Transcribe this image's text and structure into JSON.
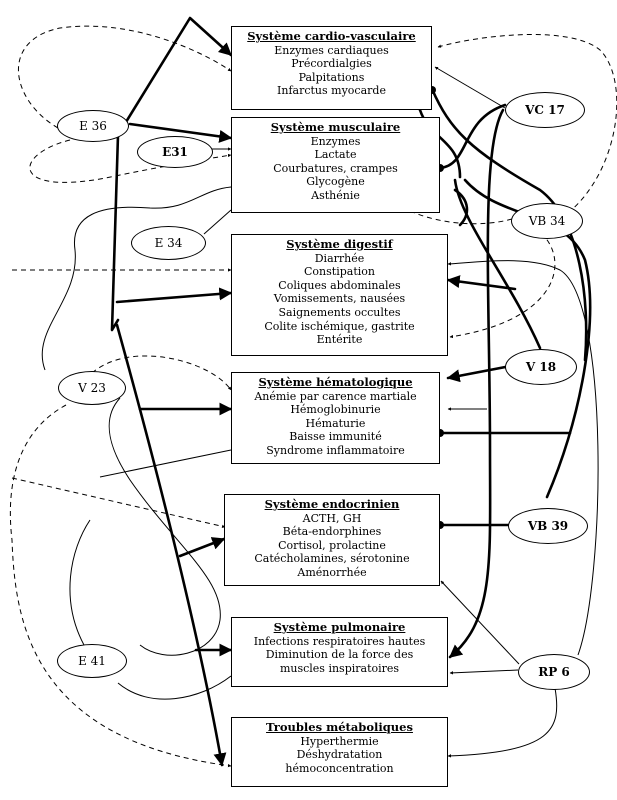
{
  "systems": [
    {
      "id": "cardio",
      "title": "Système cardio-vasculaire",
      "items": [
        "Enzymes cardiaques",
        "Précordialgies",
        "Palpitations",
        "Infarctus myocarde"
      ]
    },
    {
      "id": "musculaire",
      "title": "Système musculaire",
      "items": [
        "Enzymes",
        "Lactate",
        "Courbatures, crampes",
        "Glycogène",
        "Asthénie"
      ]
    },
    {
      "id": "digestif",
      "title": "Système digestif",
      "items": [
        "Diarrhée",
        "Constipation",
        "Coliques abdominales",
        "Vomissements, nausées",
        "Saignements occultes",
        "Colite ischémique, gastrite",
        "Entérite"
      ]
    },
    {
      "id": "hemato",
      "title": "Système hématologique",
      "items": [
        "Anémie par carence martiale",
        "Hémoglobinurie",
        "Hématurie",
        "Baisse immunité",
        "Syndrome inflammatoire"
      ]
    },
    {
      "id": "endocrinien",
      "title": "Système endocrinien",
      "items": [
        "ACTH, GH",
        "Béta-endorphines",
        "Cortisol, prolactine",
        "Catécholamines, sérotonine",
        "Aménorrhée"
      ]
    },
    {
      "id": "pulmonaire",
      "title": "Système pulmonaire",
      "items": [
        "Infections respiratoires hautes",
        "Diminution de la force des",
        "muscles inspiratoires"
      ]
    },
    {
      "id": "metabolique",
      "title": "Troubles métaboliques",
      "items": [
        "Hyperthermie",
        "Déshydratation",
        "hémoconcentration"
      ]
    }
  ],
  "points": [
    {
      "id": "E36",
      "label": "E 36"
    },
    {
      "id": "E31",
      "label": "E31"
    },
    {
      "id": "E34",
      "label": "E 34"
    },
    {
      "id": "V23",
      "label": "V 23"
    },
    {
      "id": "E41",
      "label": "E 41"
    },
    {
      "id": "VC17",
      "label": "VC 17"
    },
    {
      "id": "VB34",
      "label": "VB 34"
    },
    {
      "id": "V18",
      "label": "V 18"
    },
    {
      "id": "VB39",
      "label": "VB 39"
    },
    {
      "id": "RP6",
      "label": "RP 6"
    }
  ]
}
